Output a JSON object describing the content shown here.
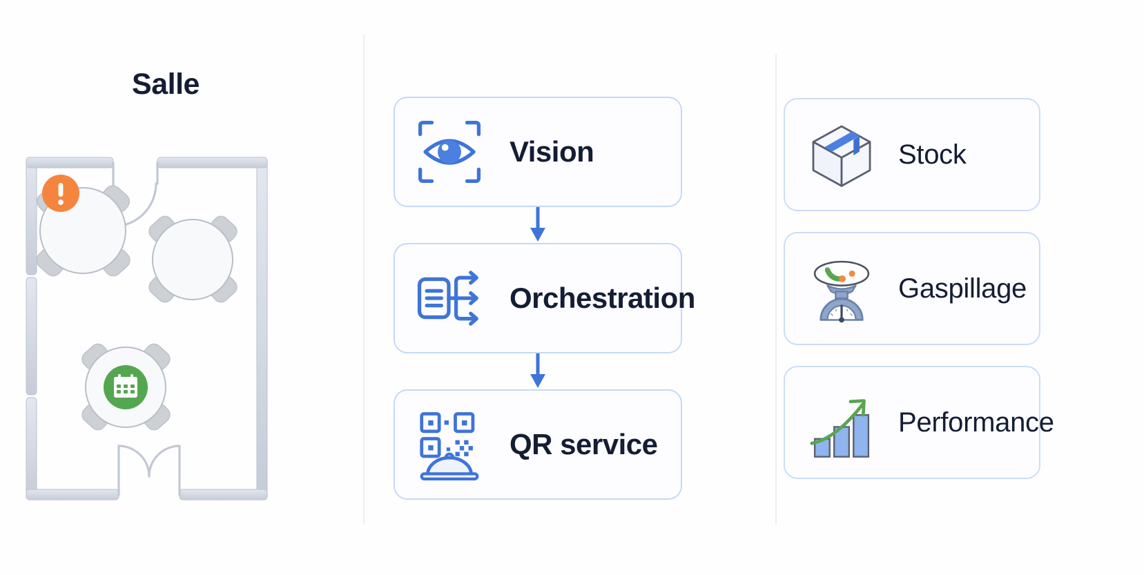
{
  "floorplan": {
    "title": "Salle",
    "wall_color": "#ced4de",
    "tables": [
      {
        "id": "table-1",
        "badge": "alert",
        "badge_color": "#f5843f",
        "badge_glyph": "!",
        "seats": 4
      },
      {
        "id": "table-2",
        "badge": null,
        "seats": 4
      },
      {
        "id": "table-3",
        "badge": "reservation",
        "badge_color": "#54a750",
        "badge_glyph": "calendar-icon",
        "seats": 4
      }
    ],
    "doors": [
      {
        "id": "door-top",
        "type": "single"
      },
      {
        "id": "door-bottom",
        "type": "double"
      }
    ]
  },
  "pipeline": {
    "accent_color": "#4a7fe0",
    "steps": [
      {
        "label": "Vision",
        "icon": "eye-scan-icon"
      },
      {
        "label": "Orchestration",
        "icon": "document-branch-icon"
      },
      {
        "label": "QR service",
        "icon": "qr-cloche-icon"
      }
    ],
    "connector_icon": "arrow-down-icon"
  },
  "features": {
    "border_color": "#ccdcf8",
    "items": [
      {
        "label": "Stock",
        "icon": "box-icon"
      },
      {
        "label": "Gaspillage",
        "icon": "kitchen-scale-icon"
      },
      {
        "label": "Performance",
        "icon": "growth-chart-icon"
      }
    ]
  }
}
